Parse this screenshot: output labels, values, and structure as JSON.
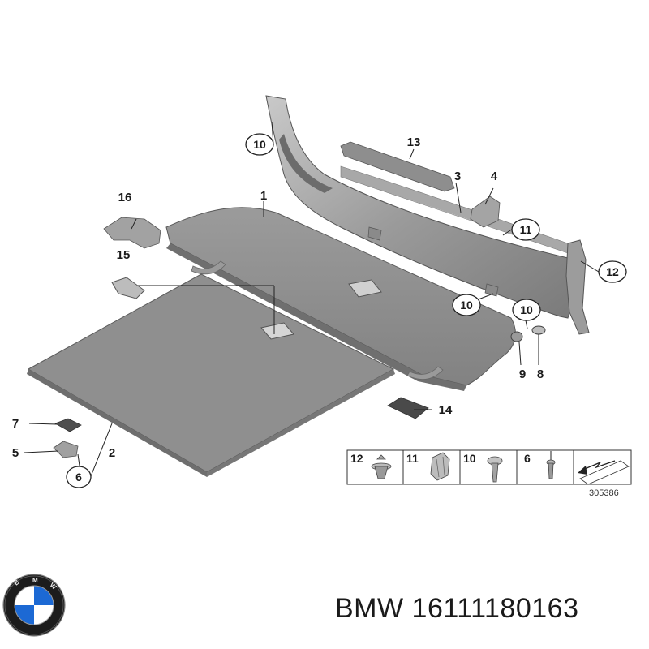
{
  "callouts": {
    "c1": "1",
    "c2": "2",
    "c3": "3",
    "c4": "4",
    "c5": "5",
    "c6": "6",
    "c7": "7",
    "c8": "8",
    "c9": "9",
    "c10a": "10",
    "c10b": "10",
    "c10c": "10",
    "c11": "11",
    "c12": "12",
    "c13": "13",
    "c14": "14",
    "c15": "15",
    "c16": "16"
  },
  "legend": {
    "k12": "12",
    "k11": "11",
    "k10": "10",
    "k6": "6"
  },
  "diagram_number": "305386",
  "footer": {
    "brand": "BMW",
    "part_number": "16111180163"
  },
  "colors": {
    "part_fill": "#8c8c8c",
    "part_dark": "#6f6f6f",
    "part_light": "#b4b4b4",
    "line": "#222222"
  }
}
